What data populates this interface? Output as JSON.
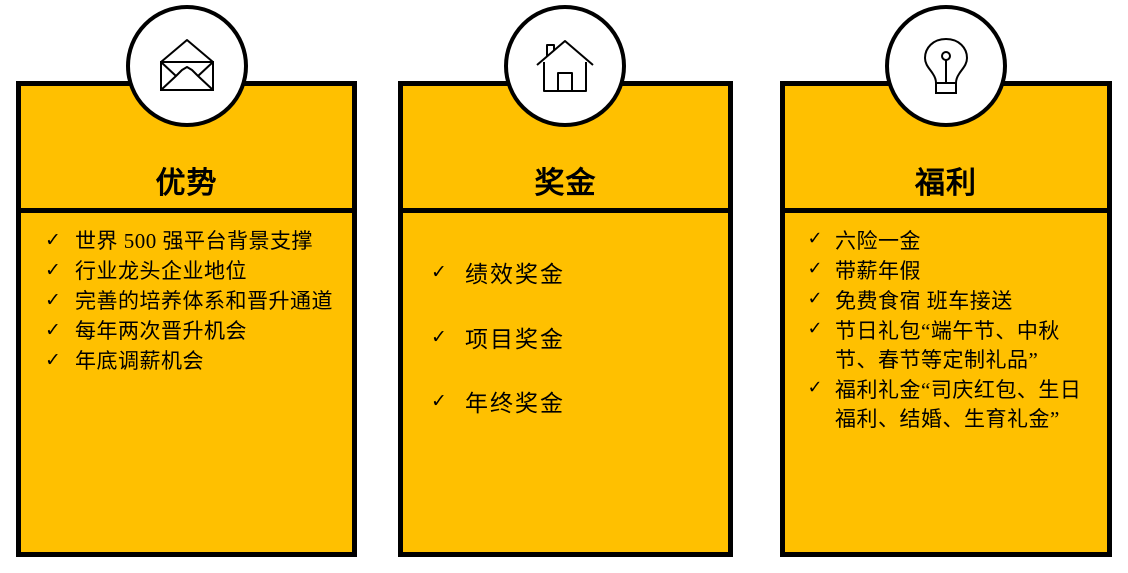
{
  "page": {
    "background": "#ffffff",
    "accent_color": "#ffc000",
    "line_color": "#000000"
  },
  "cards": [
    {
      "id": "advantages",
      "icon": "envelope-icon",
      "title": "优势",
      "check_glyph": "✓",
      "items": [
        "世界 500 强平台背景支撑",
        "行业龙头企业地位",
        "完善的培养体系和晋升通道",
        "每年两次晋升机会",
        "年底调薪机会"
      ]
    },
    {
      "id": "bonus",
      "icon": "house-icon",
      "title": "奖金",
      "check_glyph": "✓",
      "items": [
        "绩效奖金",
        "项目奖金",
        "年终奖金"
      ]
    },
    {
      "id": "benefits",
      "icon": "lightbulb-icon",
      "title": "福利",
      "check_glyph": "✓",
      "items": [
        "六险一金",
        "带薪年假",
        "免费食宿 班车接送",
        "节日礼包“端午节、中秋节、春节等定制礼品”",
        "福利礼金“司庆红包、生日福利、结婚、生育礼金”"
      ]
    }
  ]
}
